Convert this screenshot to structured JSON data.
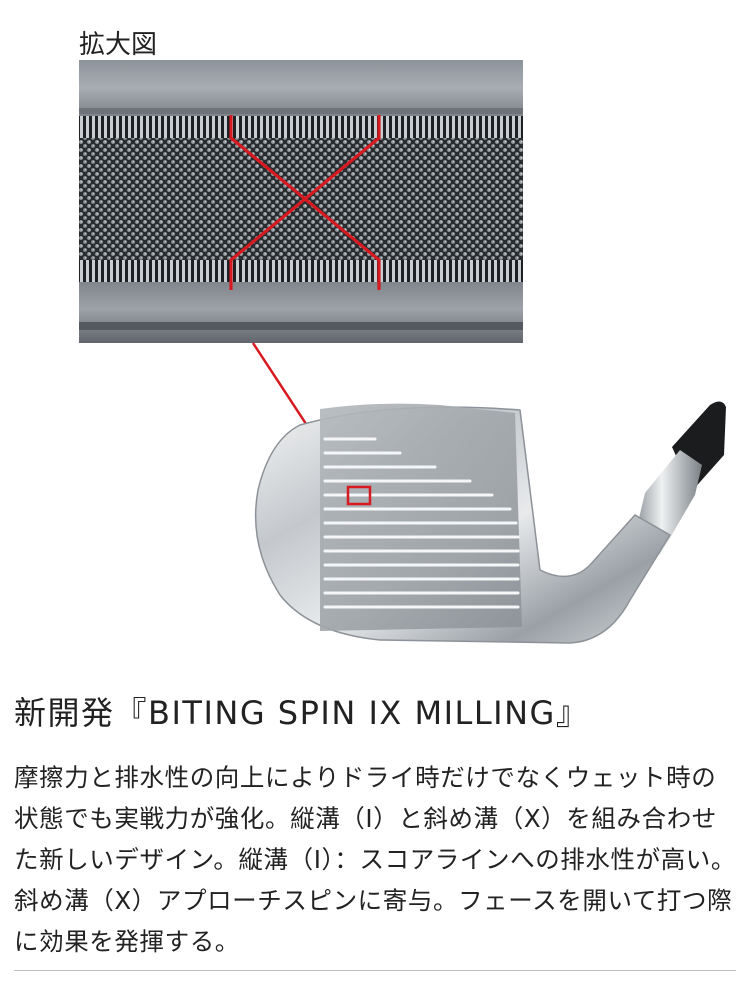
{
  "zoom": {
    "label": "拡大図",
    "accent_color": "#d71920"
  },
  "product": {
    "headline": "新開発『BITING SPIN IX MILLING』",
    "description": "摩擦力と排水性の向上によりドライ時だけでなくウェット時の状態でも実戦力が強化。縦溝（I）と斜め溝（X）を組み合わせた新しいデザイン。縦溝（I）：スコアラインへの排水性が高い。斜め溝（X）アプローチスピンに寄与。フェースを開いて打つ際に効果を発揮する。"
  }
}
